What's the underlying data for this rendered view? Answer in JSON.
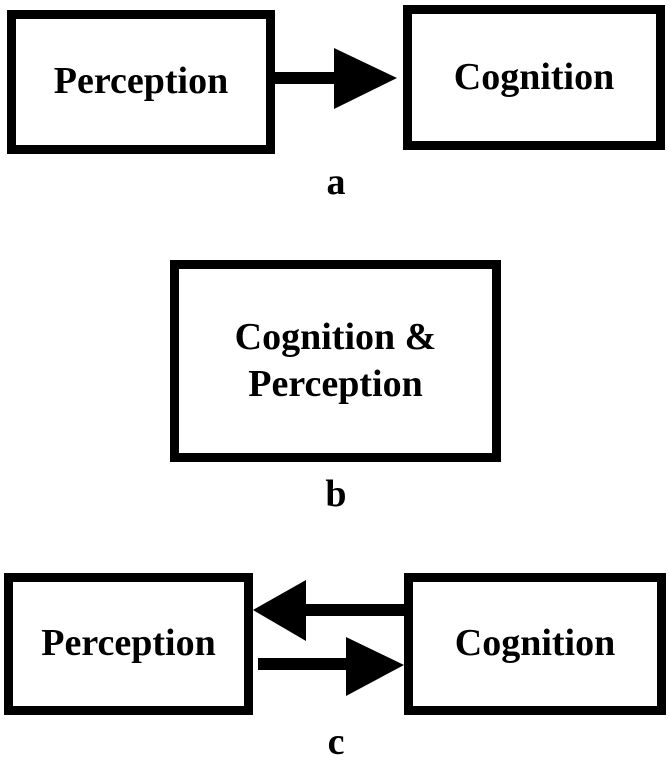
{
  "panel_a": {
    "perception_label": "Perception",
    "cognition_label": "Cognition",
    "caption": "a"
  },
  "panel_b": {
    "combined_label_line1": "Cognition &",
    "combined_label_line2": "Perception",
    "caption": "b"
  },
  "panel_c": {
    "perception_label": "Perception",
    "cognition_label": "Cognition",
    "caption": "c"
  }
}
